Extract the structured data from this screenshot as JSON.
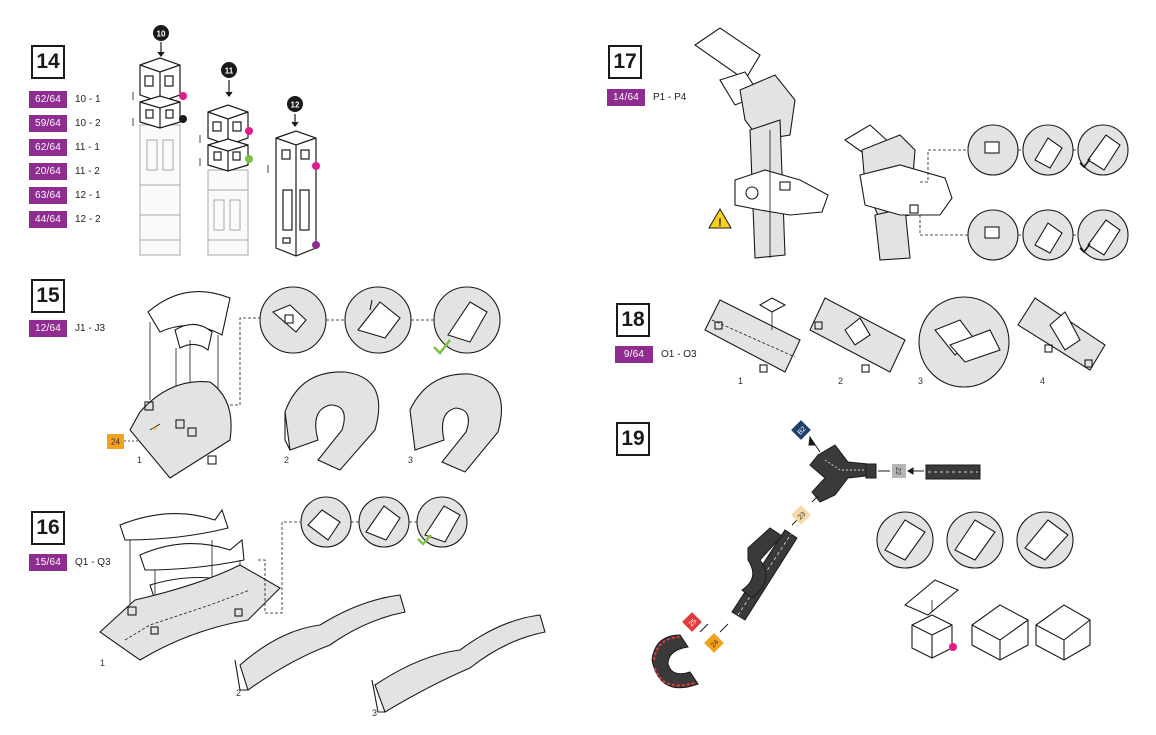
{
  "steps": {
    "s14": {
      "number": "14",
      "badges": [
        {
          "count": "62/64",
          "label": "10 - 1"
        },
        {
          "count": "59/64",
          "label": "10 - 2"
        },
        {
          "count": "62/64",
          "label": "11 - 1"
        },
        {
          "count": "20/64",
          "label": "11 - 2"
        },
        {
          "count": "63/64",
          "label": "12 - 1"
        },
        {
          "count": "44/64",
          "label": "12 - 2"
        }
      ],
      "markers": [
        "10",
        "11",
        "12"
      ]
    },
    "s15": {
      "number": "15",
      "badge": {
        "count": "12/64",
        "label": "J1 - J3"
      },
      "tile": "24",
      "sub_labels": [
        "1",
        "2",
        "3"
      ]
    },
    "s16": {
      "number": "16",
      "badge": {
        "count": "15/64",
        "label": "Q1 - Q3"
      },
      "sub_labels": [
        "1",
        "2",
        "3"
      ]
    },
    "s17": {
      "number": "17",
      "badge": {
        "count": "14/64",
        "label": "P1 - P4"
      }
    },
    "s18": {
      "number": "18",
      "badge": {
        "count": "9/64",
        "label": "O1 - O3"
      },
      "sub_labels": [
        "1",
        "2",
        "3",
        "4"
      ]
    },
    "s19": {
      "number": "19",
      "tiles": [
        "B2",
        "22",
        "23",
        "24",
        "25"
      ]
    }
  },
  "colors": {
    "badge": "#8e2c8f",
    "pink_dot": "#e6188a",
    "green_dot": "#7ac143",
    "purple_dot": "#8e2c8f",
    "orange_tile": "#f4a11d",
    "navy_tile": "#1f3f6e",
    "red_tile": "#e23a3a",
    "peach_tile": "#f7d9a8",
    "grey_tile": "#b5b5b5",
    "warning": "#f7d117",
    "check": "#7ac143"
  },
  "icons": [
    "arrow-down-icon",
    "warning-icon",
    "checkmark-icon"
  ]
}
